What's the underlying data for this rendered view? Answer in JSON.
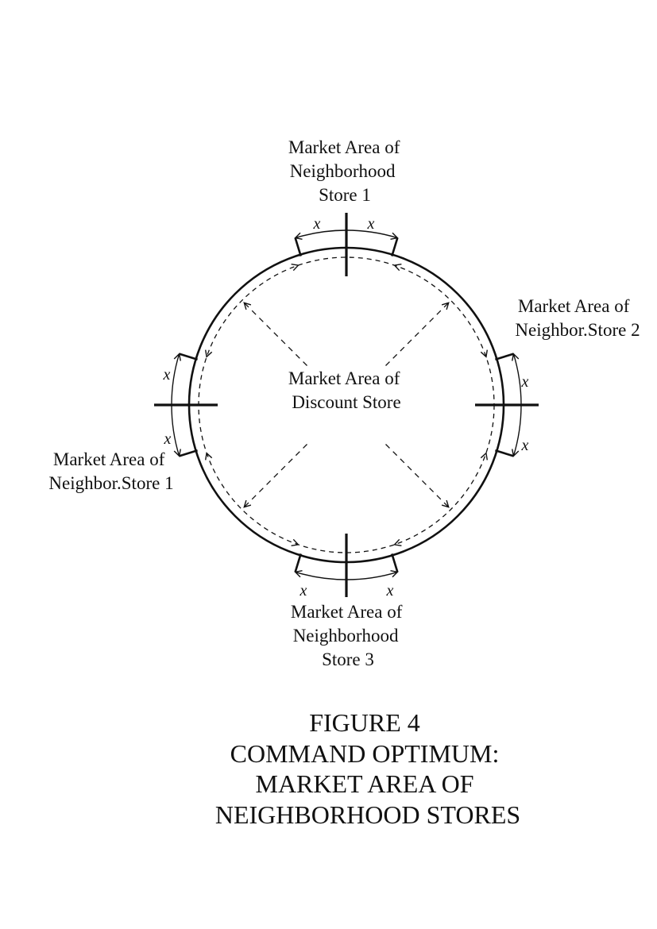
{
  "diagram": {
    "stores": [
      {
        "id": "top",
        "label_lines": [
          "Market Area of",
          "Neighborhood",
          "Store 1"
        ],
        "angle_deg": -90
      },
      {
        "id": "right",
        "label_lines": [
          "Market Area of",
          "Neighbor.Store 2"
        ],
        "angle_deg": 0
      },
      {
        "id": "bottom",
        "label_lines": [
          "Market Area of",
          "Neighborhood",
          "Store 3"
        ],
        "angle_deg": 90
      },
      {
        "id": "left",
        "label_lines": [
          "Market Area of",
          "Neighbor.Store 1"
        ],
        "angle_deg": 180
      }
    ],
    "center_label_lines": [
      "Market Area of",
      "Discount Store"
    ],
    "segment_symbol": "x"
  },
  "caption": {
    "lines": [
      "FIGURE 4",
      "COMMAND OPTIMUM:",
      "MARKET AREA OF",
      "NEIGHBORHOOD STORES"
    ]
  }
}
